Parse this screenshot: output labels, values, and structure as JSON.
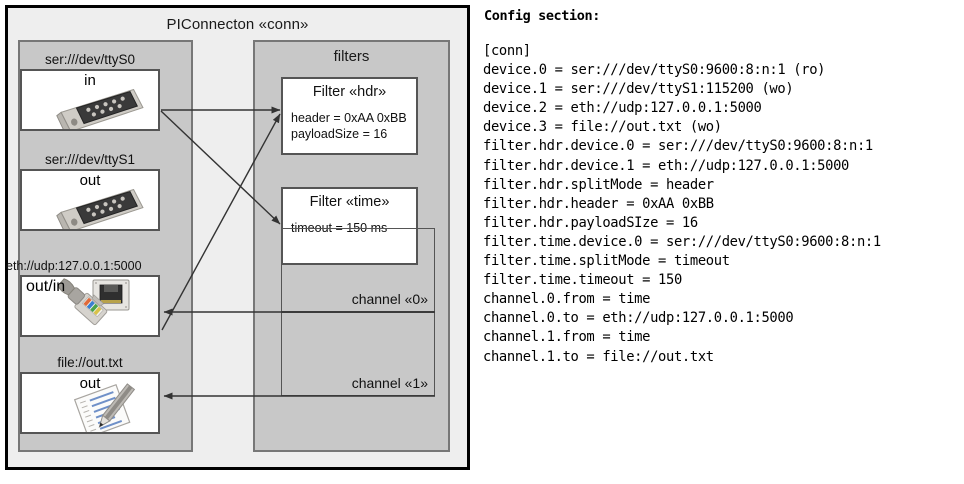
{
  "diagram": {
    "title": "PIConnecton «conn»",
    "devices_panel": {
      "title": "",
      "devices": [
        {
          "caption": "ser:///dev/ttyS0",
          "label": "in",
          "icon": "serial-db9-connector-icon"
        },
        {
          "caption": "ser:///dev/ttyS1",
          "label": "out",
          "icon": "serial-db9-connector-icon"
        },
        {
          "caption": "eth://udp:127.0.0.1:5000",
          "label": "out/in",
          "icon": "ethernet-rj45-icon"
        },
        {
          "caption": "file://out.txt",
          "label": "out",
          "icon": "text-document-pencil-icon"
        }
      ]
    },
    "filters_panel": {
      "title": "filters",
      "filters": [
        {
          "title": "Filter «hdr»",
          "props": [
            "header = 0xAA 0xBB",
            "payloadSize = 16"
          ]
        },
        {
          "title": "Filter «time»",
          "props": [
            "timeout = 150 ms"
          ]
        }
      ],
      "channels": [
        {
          "label": "channel «0»"
        },
        {
          "label": "channel «1»"
        }
      ]
    },
    "colors": {
      "frame_border": "#000000",
      "frame_fill": "#eeeeee",
      "panel_fill": "#c8c8c8",
      "panel_border": "#777777",
      "node_fill": "#ffffff",
      "node_border": "#555555",
      "arrow": "#333333"
    }
  },
  "config": {
    "heading": "Config section:",
    "lines": [
      "[conn]",
      "device.0 = ser:///dev/ttyS0:9600:8:n:1 (ro)",
      "device.1 = ser:///dev/ttyS1:115200 (wo)",
      "device.2 = eth://udp:127.0.0.1:5000",
      "device.3 = file://out.txt (wo)",
      "filter.hdr.device.0 = ser:///dev/ttyS0:9600:8:n:1",
      "filter.hdr.device.1 = eth://udp:127.0.0.1:5000",
      "filter.hdr.splitMode = header",
      "filter.hdr.header = 0xAA 0xBB",
      "filter.hdr.payloadSIze = 16",
      "filter.time.device.0 = ser:///dev/ttyS0:9600:8:n:1",
      "filter.time.splitMode = timeout",
      "filter.time.timeout = 150",
      "channel.0.from = time",
      "channel.0.to = eth://udp:127.0.0.1:5000",
      "channel.1.from = time",
      "channel.1.to = file://out.txt"
    ]
  }
}
